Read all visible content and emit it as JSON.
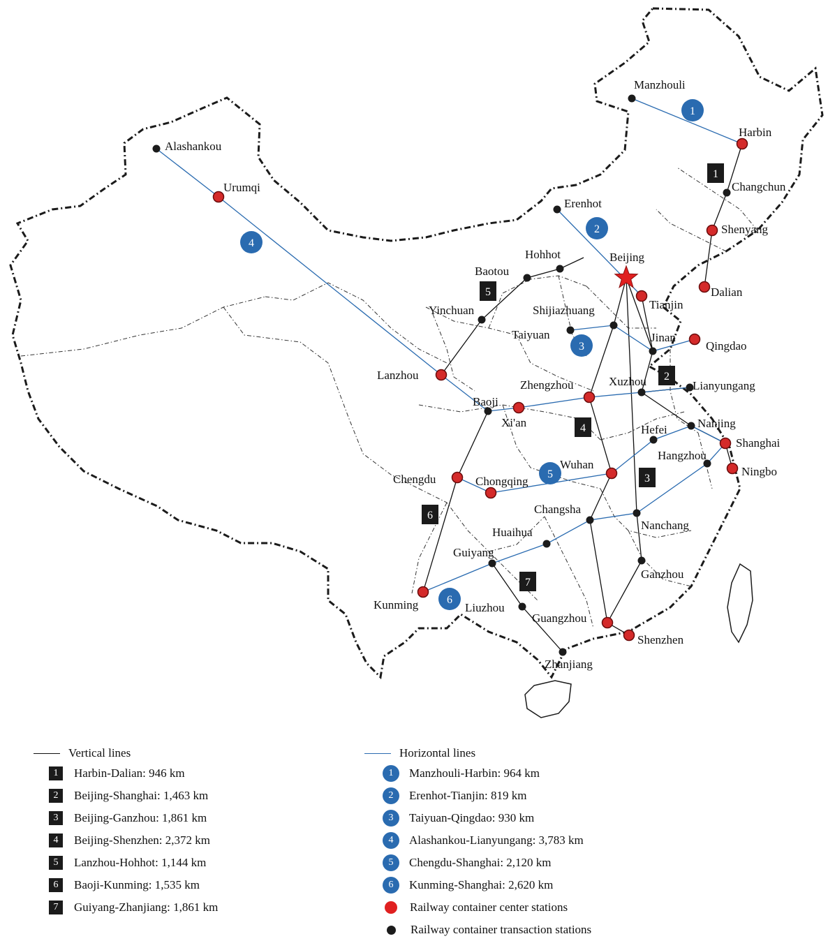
{
  "colors": {
    "vertical_line": "#111111",
    "horizontal_line": "#2a6bb0",
    "center_station": "#d42a2a",
    "transaction_station": "#1b1b1b",
    "capital_star": "#e02020",
    "vertical_badge": "#1b1b1b",
    "horizontal_badge": "#2a6bb0"
  },
  "cities": {
    "center": [
      "Harbin",
      "Shenyang",
      "Dalian",
      "Urumqi",
      "Tianjin",
      "Qingdao",
      "Lanzhou",
      "Zhengzhou",
      "Xi'an",
      "Shanghai",
      "Ningbo",
      "Wuhan",
      "Chengdu",
      "Chongqing",
      "Kunming",
      "Guangzhou",
      "Shenzhen"
    ],
    "transaction": [
      "Manzhouli",
      "Alashankou",
      "Changchun",
      "Erenhot",
      "Hohhot",
      "Baotou",
      "Yinchuan",
      "Shijiazhuang",
      "Taiyuan",
      "Jinan",
      "Xuzhou",
      "Lianyungang",
      "Baoji",
      "Hefei",
      "Nanjing",
      "Hangzhou",
      "Changsha",
      "Nanchang",
      "Huaihua",
      "Guiyang",
      "Ganzhou",
      "Liuzhou",
      "Zhanjiang"
    ],
    "capital": "Beijing"
  },
  "legend": {
    "vertical_title": "Vertical lines",
    "horizontal_title": "Horizontal lines",
    "vertical": [
      {
        "n": "1",
        "label": "Harbin-Dalian: 946 km"
      },
      {
        "n": "2",
        "label": "Beijing-Shanghai: 1,463 km"
      },
      {
        "n": "3",
        "label": "Beijing-Ganzhou: 1,861 km"
      },
      {
        "n": "4",
        "label": "Beijing-Shenzhen: 2,372 km"
      },
      {
        "n": "5",
        "label": "Lanzhou-Hohhot: 1,144 km"
      },
      {
        "n": "6",
        "label": "Baoji-Kunming: 1,535 km"
      },
      {
        "n": "7",
        "label": "Guiyang-Zhanjiang: 1,861 km"
      }
    ],
    "horizontal": [
      {
        "n": "1",
        "label": "Manzhouli-Harbin: 964 km"
      },
      {
        "n": "2",
        "label": "Erenhot-Tianjin: 819 km"
      },
      {
        "n": "3",
        "label": "Taiyuan-Qingdao: 930 km"
      },
      {
        "n": "4",
        "label": "Alashankou-Lianyungang: 3,783 km"
      },
      {
        "n": "5",
        "label": "Chengdu-Shanghai: 2,120 km"
      },
      {
        "n": "6",
        "label": "Kunming-Shanghai: 2,620 km"
      }
    ],
    "center_label": "Railway container center stations",
    "transaction_label": "Railway container transaction stations"
  }
}
